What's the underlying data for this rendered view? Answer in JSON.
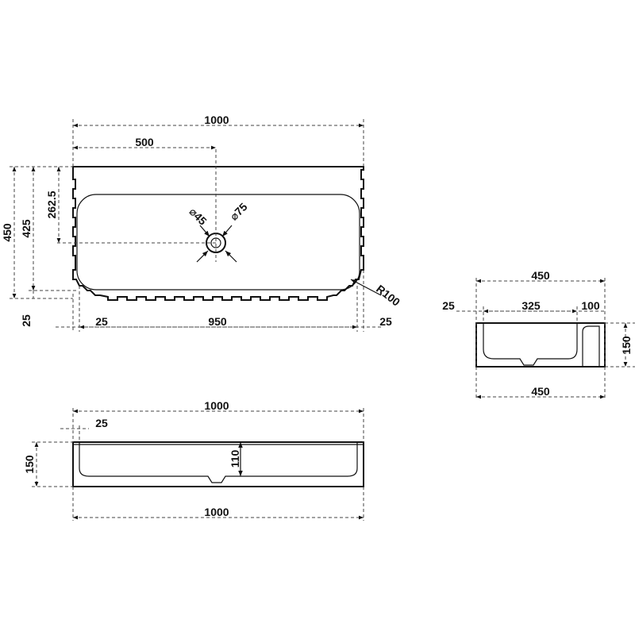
{
  "colors": {
    "line": "#111111",
    "dim": "#444444",
    "background": "#ffffff"
  },
  "top_view": {
    "overall_width": "1000",
    "drain_offset": "500",
    "overall_depth": "450",
    "inner_depth": "425",
    "drain_depth": "262.5",
    "back_rim": "25",
    "left_rim": "25",
    "inner_width": "950",
    "right_rim": "25",
    "drain_dia_small": "⌀45",
    "drain_dia_large": "⌀75",
    "corner_radius": "R100"
  },
  "front_view": {
    "top_width": "1000",
    "wall": "25",
    "height": "150",
    "bowl_depth": "110",
    "bottom_width": "1000"
  },
  "side_view": {
    "top_width": "450",
    "wall": "25",
    "bowl": "325",
    "shelf": "100",
    "height": "150",
    "bottom_width": "450"
  }
}
